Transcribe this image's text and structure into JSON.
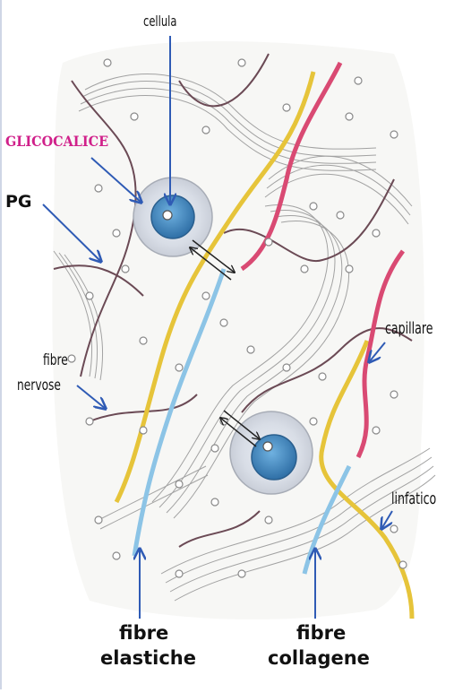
{
  "labels": {
    "cellula": "cellula",
    "glicocalice": "GLICOCALICE",
    "pg": "PG",
    "fibre_nervose_1": "fibre",
    "fibre_nervose_2": "nervose",
    "capillare": "capillare",
    "linfatico": "linfatico",
    "fibre_elastiche_1": "fibre",
    "fibre_elastiche_2": "elastiche",
    "fibre_collagene_1": "fibre",
    "fibre_collagene_2": "collagene"
  },
  "colors": {
    "arrow": "#2f5bb5",
    "glicocalice": "#d0208a",
    "elastic_yellow": "#e6c43a",
    "lymph_blue": "#8cc4e6",
    "capillary_red": "#d94a73",
    "nerve": "#6b4a55",
    "collagen_gray": "#9a9a9a",
    "cell_nucleus": "#3f86bf",
    "border_left": "#cfd6e6"
  }
}
